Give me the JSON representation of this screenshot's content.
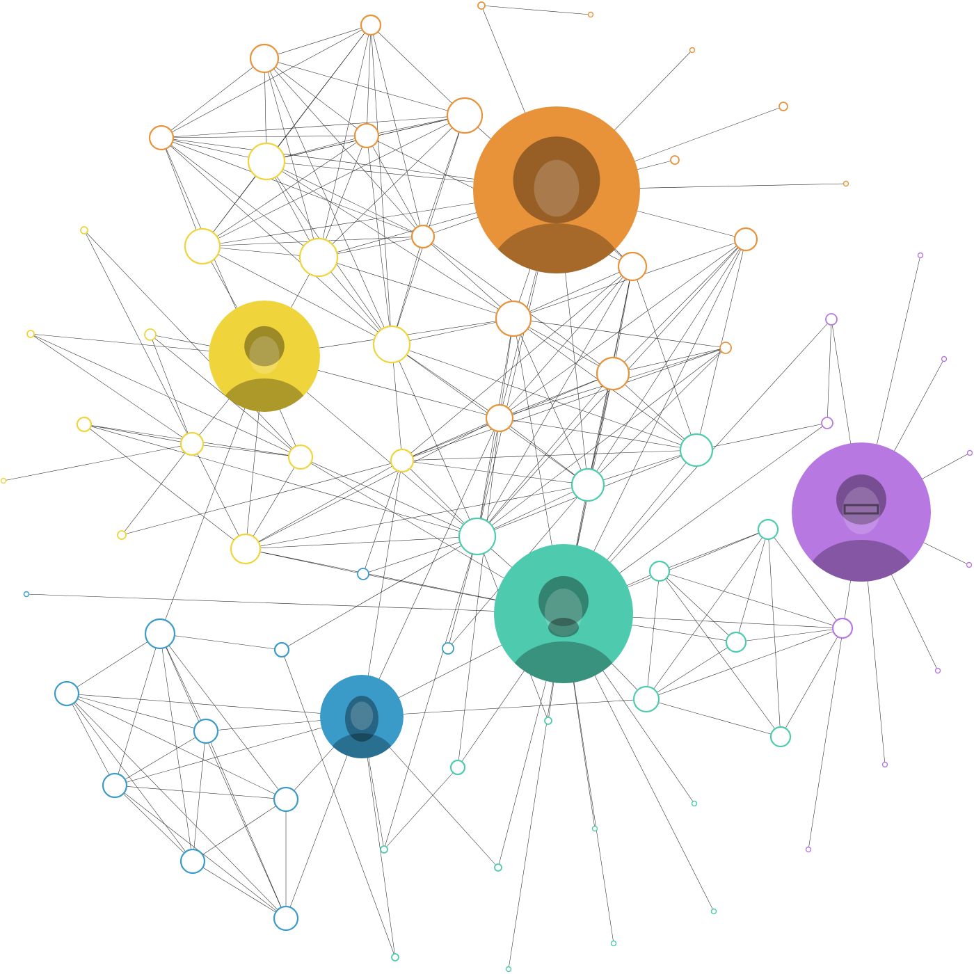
{
  "colors": {
    "orange": "#E8923A",
    "yellow": "#EFD43B",
    "teal": "#4ECBAE",
    "blue": "#3A9AC8",
    "purple": "#B878E2",
    "edge": "#222222",
    "background": "#ffffff"
  },
  "graph": {
    "group_order": [
      "orange",
      "yellow",
      "teal",
      "blue",
      "purple"
    ],
    "people": [
      {
        "id": "person-orange",
        "group": "orange",
        "hair": "curly"
      },
      {
        "id": "person-yellow",
        "group": "yellow",
        "hair": "short"
      },
      {
        "id": "person-teal",
        "group": "teal",
        "hair": "short-beard"
      },
      {
        "id": "person-blue",
        "group": "blue",
        "hair": "long"
      },
      {
        "id": "person-purple",
        "group": "purple",
        "hair": "short-glasses"
      }
    ],
    "node_counts": {
      "orange": 16,
      "yellow": 14,
      "teal": 20,
      "blue": 12,
      "purple": 9
    }
  }
}
